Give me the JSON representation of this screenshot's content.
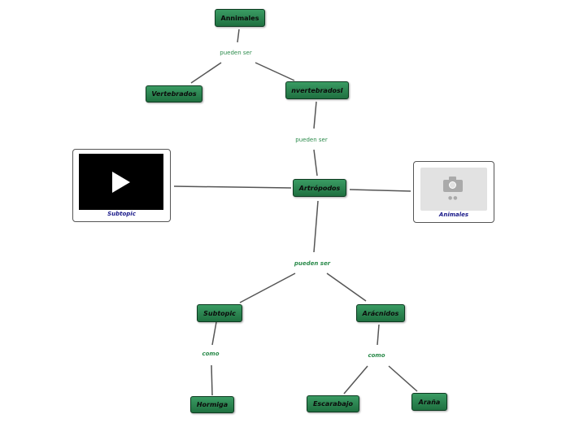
{
  "concept_map": {
    "nodes": {
      "annimales": "Annimales",
      "vertebrados": "Vertebrados",
      "invertebrados": "nvertebradosI",
      "artropodos": "Artrópodos",
      "subtopic_left": "Subtopic",
      "aracnidos": "Arácnidos",
      "hormiga": "Hormiga",
      "escarabajo": "Escarabajo",
      "arana": "Araña"
    },
    "phrases": {
      "pueden_ser_1": "pueden ser",
      "pueden_ser_2": "pueden ser",
      "pueden_ser_3": "pueden ser",
      "como_1": "como",
      "como_2": "como"
    },
    "media": {
      "video_caption": "Subtopic",
      "image_caption": "Animales",
      "video_icon": "play-icon",
      "image_icon": "camera-icon"
    },
    "colors": {
      "node_fill": "#2a8552",
      "phrase_text": "#2a8a4a",
      "caption_text": "#1a1a8a",
      "link": "#555555"
    }
  }
}
